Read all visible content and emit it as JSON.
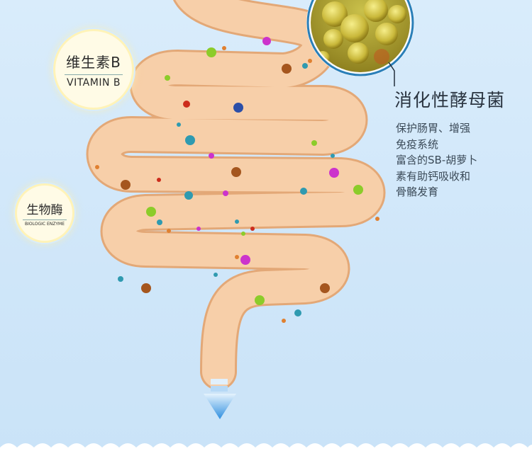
{
  "badges": {
    "vitamin_b": {
      "cn": "维生素B",
      "en": "VITAMIN B"
    },
    "enzyme": {
      "cn": "生物酶",
      "en": "BIOLOGIC ENZYME"
    }
  },
  "probiotic": {
    "title": "消化性酵母菌",
    "description_lines": [
      "保护肠胃、增强",
      "免疫系统",
      "富含的SB-胡萝卜",
      "素有助钙吸收和",
      "骨骼发育"
    ]
  },
  "icons": [
    "yeast-microscope-icon",
    "down-arrow-icon",
    "wave-border"
  ],
  "colors": {
    "background": "#d2e8fa",
    "intestine_fill": "#f6c9a1",
    "intestine_outline": "#e8ae80",
    "badge_glow": "#fff3b8",
    "arrow": "#2f8fe0"
  }
}
